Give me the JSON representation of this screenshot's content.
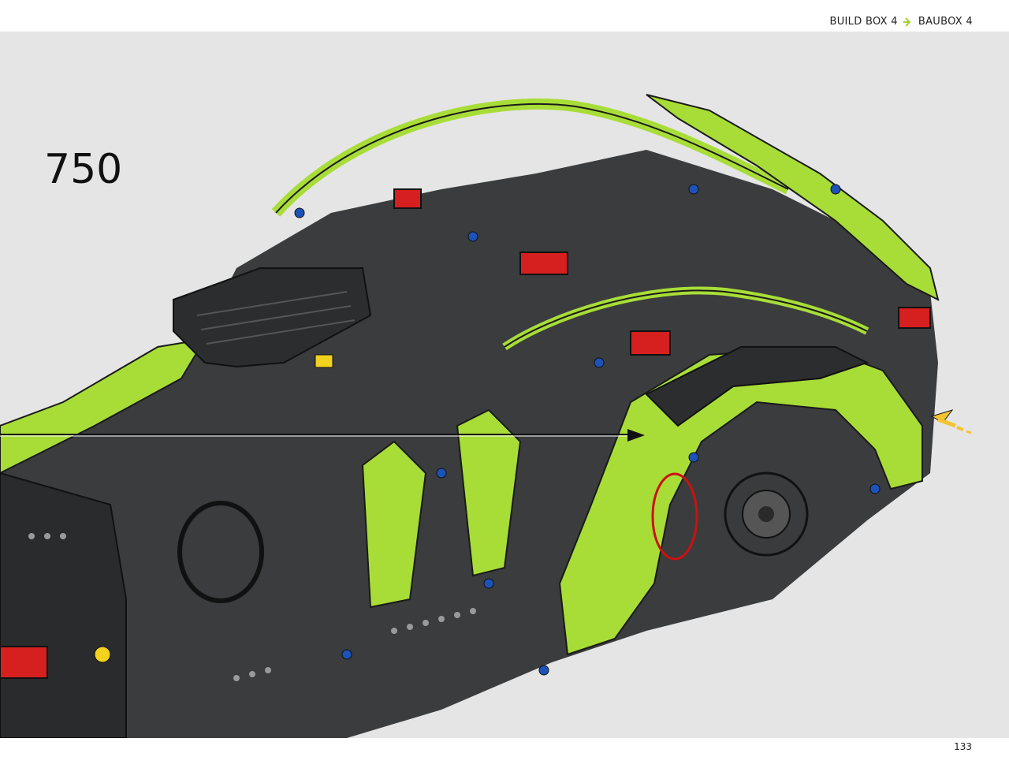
{
  "header": {
    "crumb1": "BUILD BOX 4",
    "crumb2": "BAUBOX 4",
    "accent": "#a4d233"
  },
  "step": {
    "number": "750"
  },
  "footer": {
    "page_number": "133"
  },
  "colors": {
    "background": "#e5e5e5",
    "lime": "#a8dd38",
    "dark": "#2f3132",
    "red": "#d61f1f",
    "blue": "#1d52b8",
    "callout": "#cc1111",
    "arrow": "#f4c430"
  },
  "icons": [
    "arrow-chevron-icon",
    "yellow-direction-arrow-icon",
    "red-callout-circle-icon"
  ]
}
